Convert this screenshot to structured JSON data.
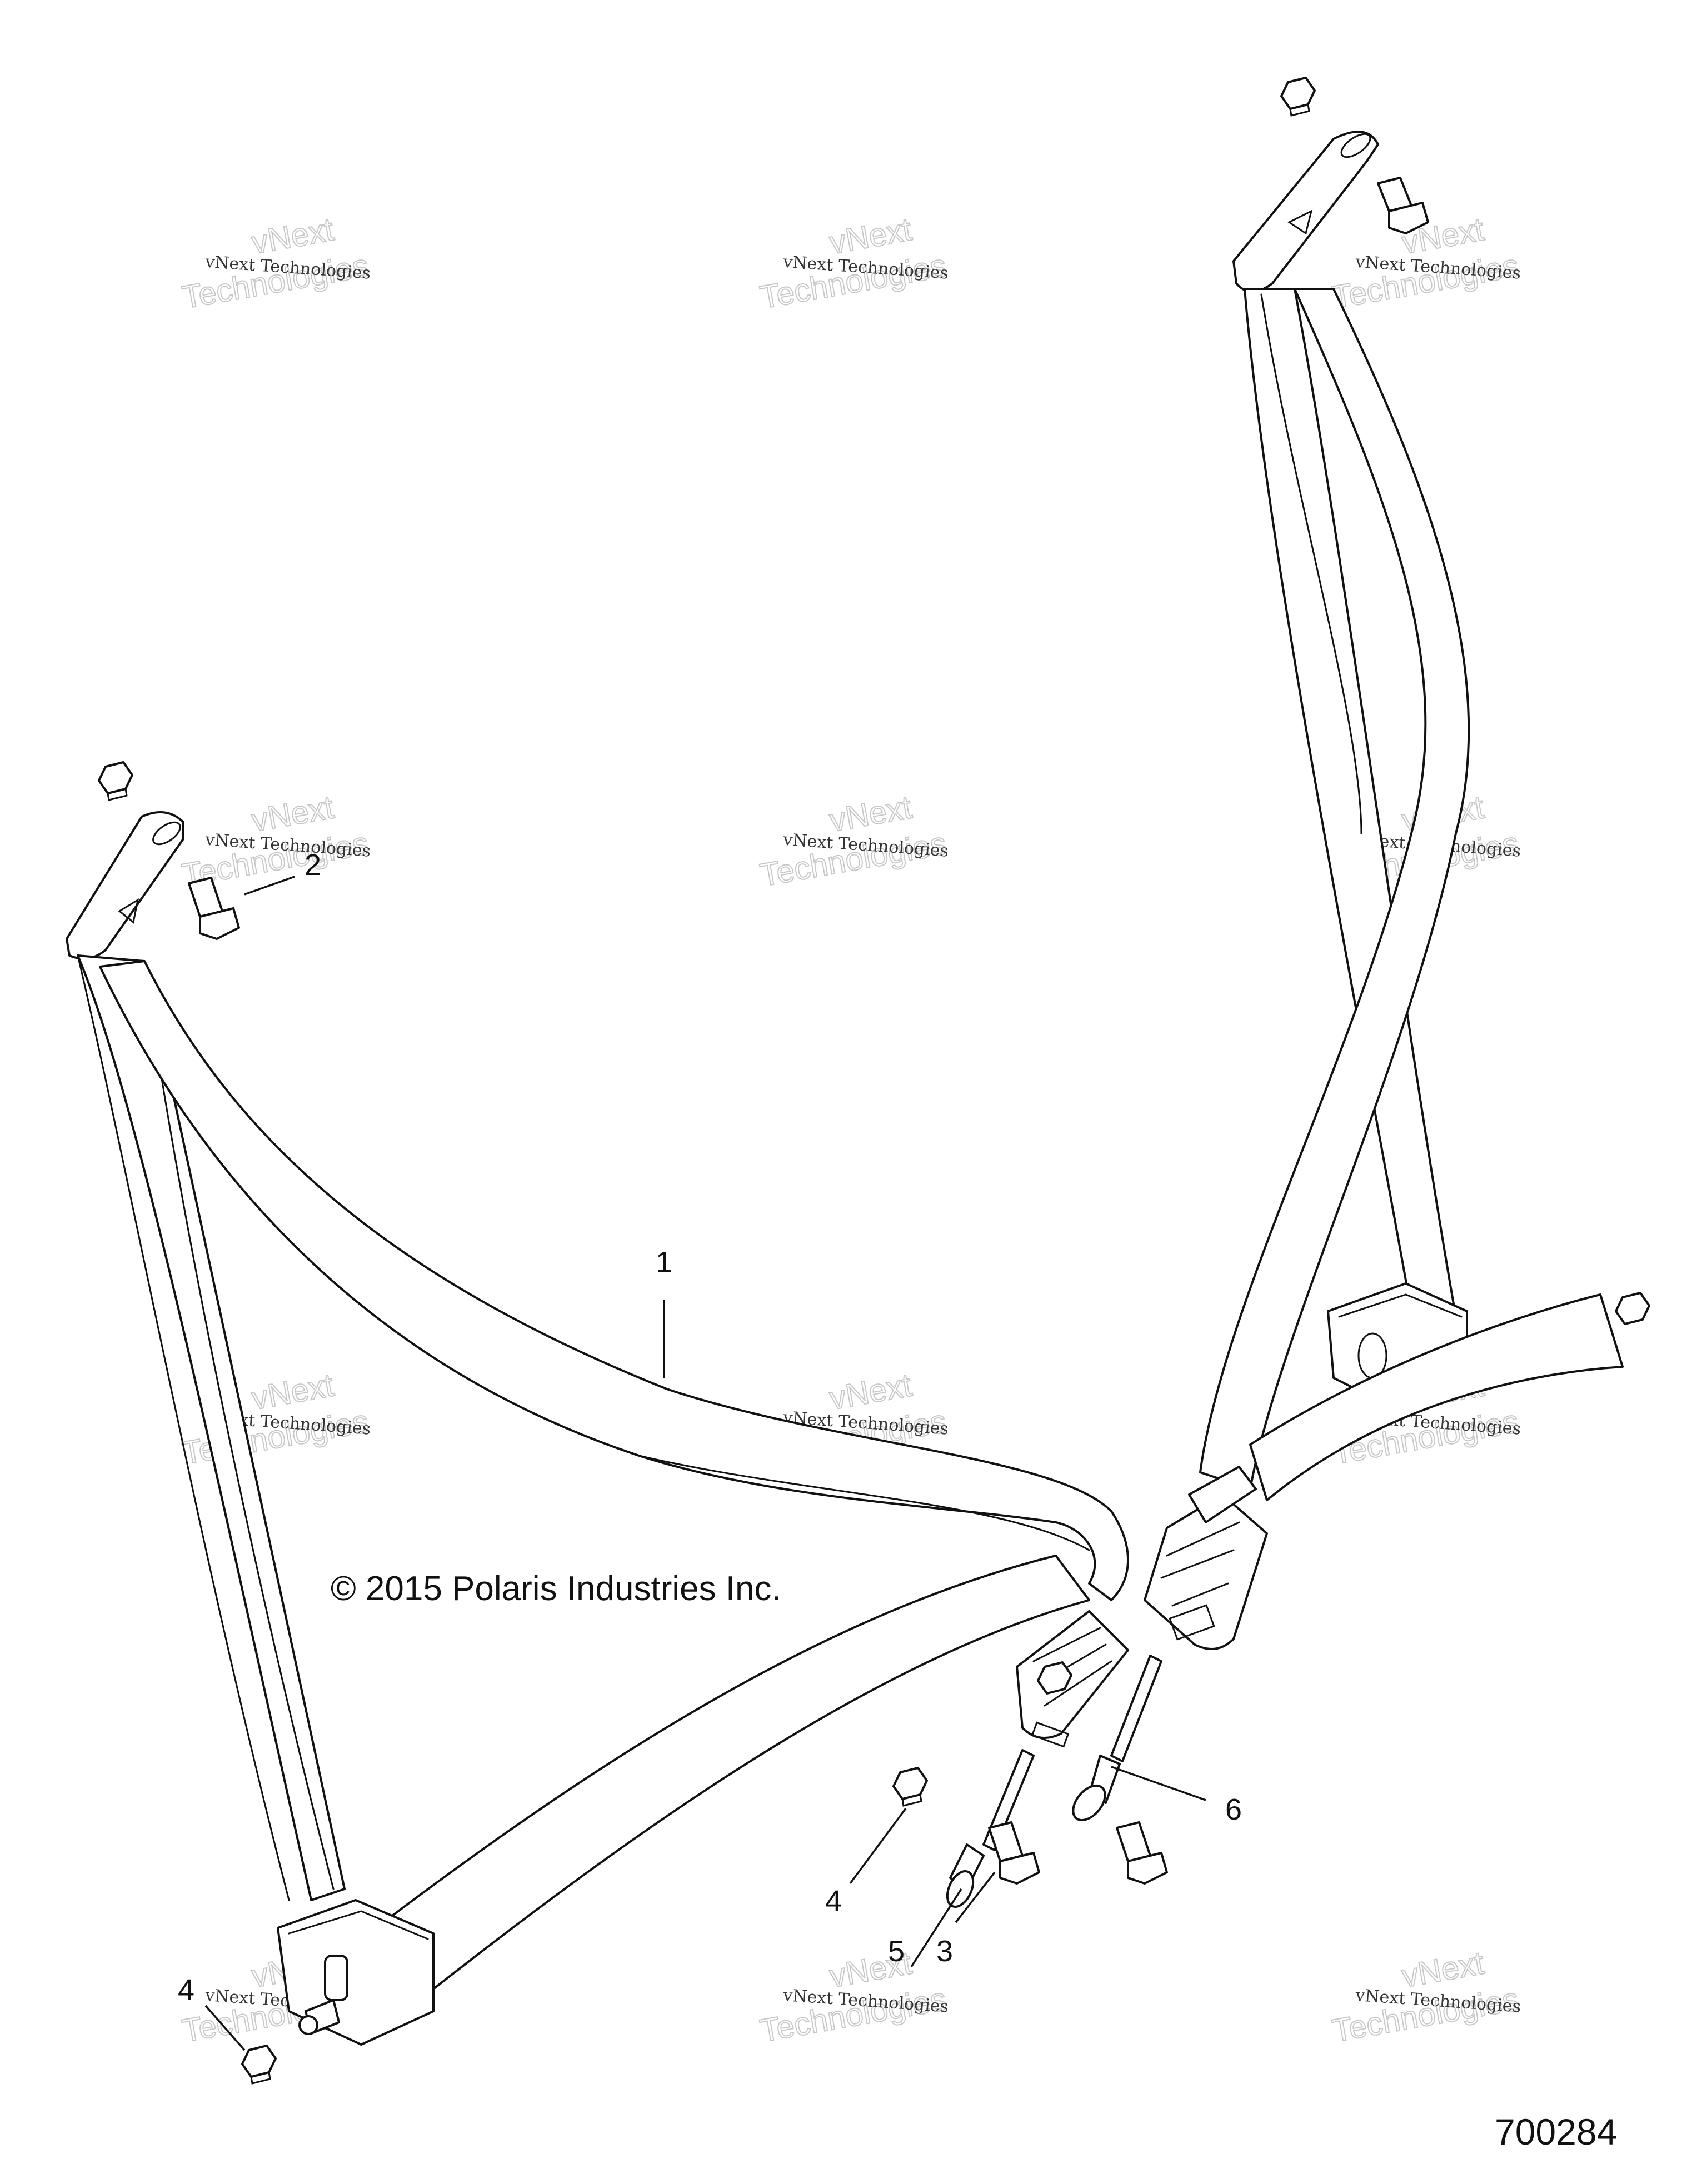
{
  "diagram": {
    "copyright": "© 2015 Polaris Industries Inc.",
    "reference_number": "700284",
    "watermark": {
      "line1": "vNext",
      "line2": "Technologies",
      "small": "vNext Technologies"
    },
    "callouts": [
      {
        "id": "1",
        "label": "1"
      },
      {
        "id": "2",
        "label": "2"
      },
      {
        "id": "3",
        "label": "3"
      },
      {
        "id": "4a",
        "label": "4"
      },
      {
        "id": "4b",
        "label": "4"
      },
      {
        "id": "5",
        "label": "5"
      },
      {
        "id": "6",
        "label": "6"
      }
    ]
  }
}
